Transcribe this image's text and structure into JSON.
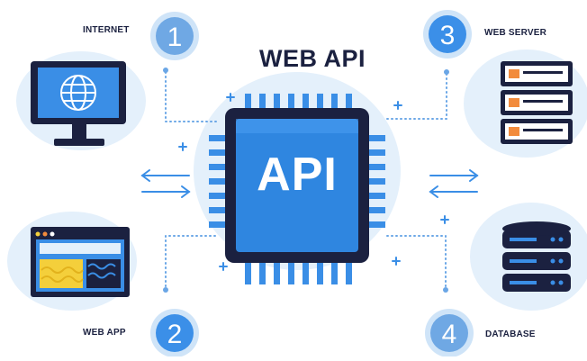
{
  "title": "WEB API",
  "chip_label": "API",
  "nodes": [
    {
      "number": "1",
      "label": "INTERNET",
      "icon": "globe-monitor-icon"
    },
    {
      "number": "2",
      "label": "WEB APP",
      "icon": "browser-window-icon"
    },
    {
      "number": "3",
      "label": "WEB SERVER",
      "icon": "server-rack-icon"
    },
    {
      "number": "4",
      "label": "DATABASE",
      "icon": "database-stack-icon"
    }
  ],
  "colors": {
    "navy": "#1b2140",
    "blue": "#3a8ee6",
    "light_blue": "#dcecfa",
    "badge_blue": "#3b8fe8",
    "accent_yellow": "#f4cf3b",
    "accent_orange": "#f28b3c"
  }
}
